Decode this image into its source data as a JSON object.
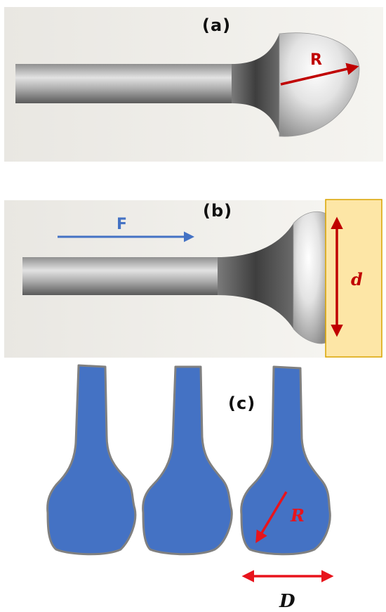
{
  "panels": {
    "a": {
      "label": "(a)",
      "radius_label": "R"
    },
    "b": {
      "label": "(b)",
      "force_label": "F",
      "contact_label": "d"
    },
    "c": {
      "label": "(c)",
      "radius_label": "R",
      "diameter_label": "D"
    }
  },
  "colors": {
    "panel_bg": "#eeece7",
    "rod_light": "#d6d6d6",
    "rod_dark": "#555555",
    "annotation_red": "#c00000",
    "bright_red": "#e8141c",
    "force_blue": "#4472c4",
    "fiber_blue": "#4472c4",
    "fiber_outline": "#808080",
    "contact_plate": "#fde6a6",
    "contact_plate_border": "#d9a400"
  }
}
